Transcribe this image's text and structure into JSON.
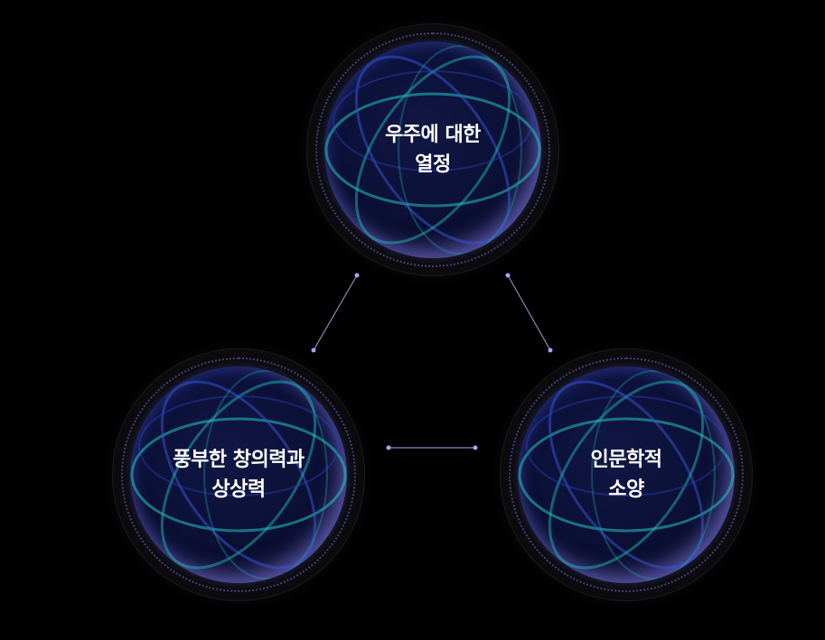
{
  "nodes": [
    {
      "id": "top",
      "line1": "우주에 대한",
      "line2": "열정"
    },
    {
      "id": "left",
      "line1": "풍부한 창의력과",
      "line2": "상상력"
    },
    {
      "id": "right",
      "line1": "인문학적",
      "line2": "소양"
    }
  ],
  "colors": {
    "background": "#000000",
    "sphere_core": "#0c1138",
    "sphere_glow": "#9a8cff",
    "orbit_teal": "#23c4c0",
    "orbit_blue": "#3a55d8",
    "connector": "#8a88b8",
    "text": "#ffffff"
  }
}
